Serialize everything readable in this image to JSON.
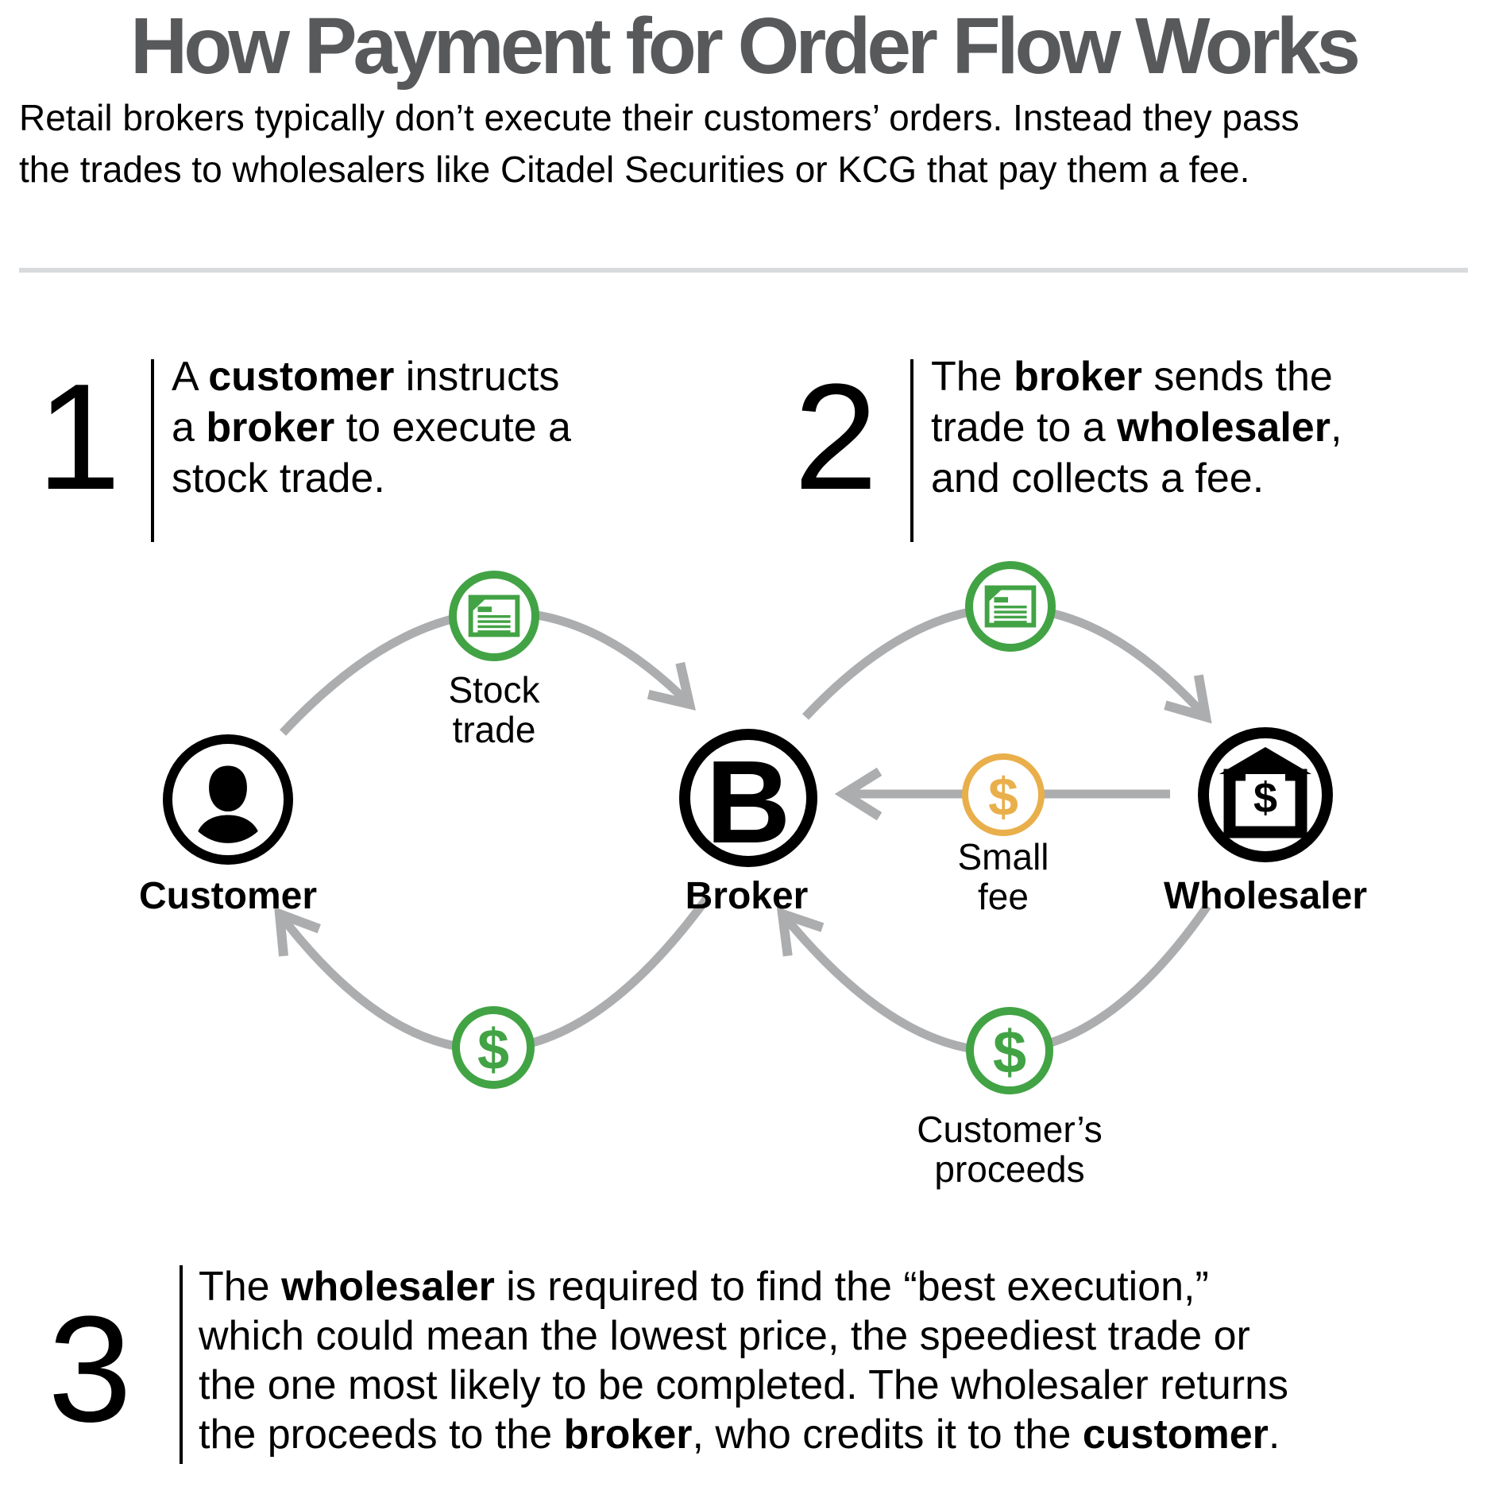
{
  "title": "How Payment for Order Flow Works",
  "subtitle": {
    "runs": [
      {
        "t": "Retail brokers typically don’t execute their customers’ orders. Instead they pass"
      },
      {
        "br": true
      },
      {
        "t": "the trades to wholesalers like Citadel Securities or KCG that pay them a fee."
      }
    ]
  },
  "steps": [
    {
      "number": "1",
      "runs": [
        {
          "t": "A "
        },
        {
          "t": "customer",
          "b": true
        },
        {
          "t": " instructs"
        },
        {
          "br": true
        },
        {
          "t": "a "
        },
        {
          "t": "broker",
          "b": true
        },
        {
          "t": " to execute a"
        },
        {
          "br": true
        },
        {
          "t": "stock trade."
        }
      ]
    },
    {
      "number": "2",
      "runs": [
        {
          "t": "The "
        },
        {
          "t": "broker",
          "b": true
        },
        {
          "t": " sends the"
        },
        {
          "br": true
        },
        {
          "t": "trade to a "
        },
        {
          "t": "wholesaler",
          "b": true
        },
        {
          "t": ","
        },
        {
          "br": true
        },
        {
          "t": "and collects a fee."
        }
      ]
    },
    {
      "number": "3",
      "runs": [
        {
          "t": "The "
        },
        {
          "t": "wholesaler",
          "b": true
        },
        {
          "t": " is required to find the “best execution,”"
        },
        {
          "br": true
        },
        {
          "t": "which could mean the lowest price, the speediest trade or"
        },
        {
          "br": true
        },
        {
          "t": "the one most likely to be completed. The wholesaler returns"
        },
        {
          "br": true
        },
        {
          "t": "the proceeds to the "
        },
        {
          "t": "broker",
          "b": true
        },
        {
          "t": ", who credits it to the "
        },
        {
          "t": "customer",
          "b": true
        },
        {
          "t": "."
        }
      ]
    }
  ],
  "nodes": {
    "customer": {
      "label": "Customer"
    },
    "broker": {
      "label": "Broker",
      "monogram": "B"
    },
    "wholesaler": {
      "label": "Wholesaler",
      "symbol": "$"
    }
  },
  "flows": {
    "stock_trade": {
      "label": "Stock trade"
    },
    "small_fee": {
      "label": "Small fee",
      "symbol": "$"
    },
    "customers_proceeds": {
      "label": "Customer’s proceeds",
      "symbol": "$"
    },
    "broker_to_customer_payment": {
      "symbol": "$"
    }
  },
  "colors": {
    "green": "#42A345",
    "amber": "#E9AF4B",
    "arrow": "#ACADAF",
    "title_gray": "#58595B",
    "divider": "#D9DADB",
    "text": "#000000"
  }
}
